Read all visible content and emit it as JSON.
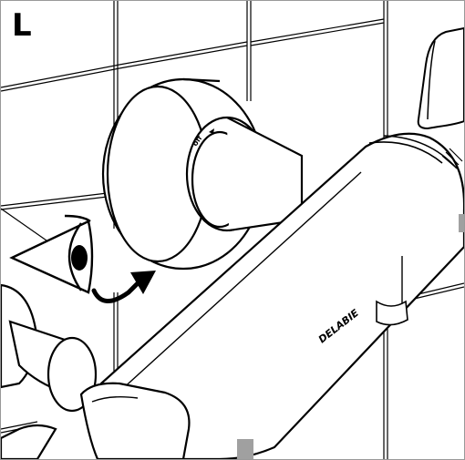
{
  "panel": {
    "letter": "L"
  },
  "mixer": {
    "brand": "DELABIE"
  },
  "knob": {
    "marking_off": "off",
    "marking_on": ""
  },
  "colors": {
    "line": "#000000",
    "background": "#ffffff",
    "marker": "#a0a0a0",
    "tile_joint": "#000000"
  },
  "icons": {
    "eye": "eye-icon",
    "arrow": "rotation-arrow-icon"
  }
}
